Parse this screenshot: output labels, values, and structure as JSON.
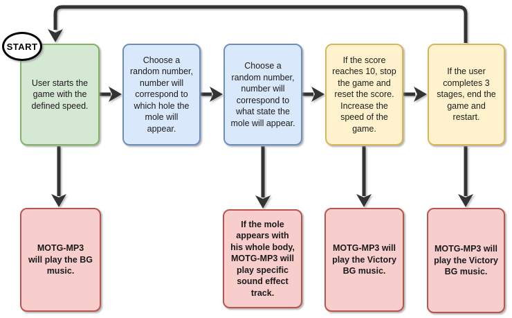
{
  "diagram": {
    "type": "flowchart",
    "start": {
      "label": "START"
    },
    "nodes": {
      "step1": {
        "id": "start-game",
        "color": "green",
        "lines": [
          "User starts the",
          "game with the",
          "defined speed."
        ]
      },
      "step2": {
        "id": "choose-hole",
        "color": "blue",
        "lines": [
          "Choose a",
          "random number,",
          "number will",
          "correspond to",
          "which hole the",
          "mole will",
          "appear."
        ]
      },
      "step3": {
        "id": "choose-state",
        "color": "blue",
        "lines": [
          "Choose a",
          "random number,",
          "number will",
          "correspond to",
          "what state the",
          "mole will appear."
        ]
      },
      "step4": {
        "id": "score-reset",
        "color": "yellow",
        "lines": [
          "If the score",
          "reaches 10, stop",
          "the game and",
          "reset the score.",
          "Increase the",
          "speed of the",
          "game."
        ]
      },
      "step5": {
        "id": "stage-complete",
        "color": "yellow",
        "lines": [
          "If the user",
          "completes 3",
          "stages, end the",
          "game and",
          "restart."
        ]
      },
      "audio1": {
        "id": "bg-music",
        "color": "red",
        "lines": [
          "MOTG-MP3",
          "will play the BG",
          "music."
        ]
      },
      "audio2": {
        "id": "sound-effect",
        "color": "red",
        "lines": [
          "If the mole",
          "appears with",
          "his whole body,",
          "MOTG-MP3 will",
          "play specific",
          "sound effect",
          "track."
        ]
      },
      "audio3": {
        "id": "victory-music-1",
        "color": "red",
        "lines": [
          "MOTG-MP3 will",
          "play the Victory",
          "BG music."
        ]
      },
      "audio4": {
        "id": "victory-music-2",
        "color": "red",
        "lines": [
          "MOTG-MP3 will",
          "play the Victory",
          "BG music."
        ]
      }
    },
    "edges": [
      {
        "from": "start-game",
        "to": "choose-hole"
      },
      {
        "from": "choose-hole",
        "to": "choose-state"
      },
      {
        "from": "choose-state",
        "to": "score-reset"
      },
      {
        "from": "score-reset",
        "to": "stage-complete"
      },
      {
        "from": "start-game",
        "to": "bg-music"
      },
      {
        "from": "choose-state",
        "to": "sound-effect"
      },
      {
        "from": "score-reset",
        "to": "victory-music-1"
      },
      {
        "from": "stage-complete",
        "to": "victory-music-2"
      },
      {
        "from": "stage-complete",
        "to": "start-game",
        "route": "loop-over-top"
      }
    ],
    "colors": {
      "green_fill": "#d5e8d4",
      "green_stroke": "#82b366",
      "blue_fill": "#dae8fc",
      "blue_stroke": "#6c8ebf",
      "yellow_fill": "#fff2cc",
      "yellow_stroke": "#d6b656",
      "red_fill": "#f8cecc",
      "red_stroke": "#b85450",
      "connector": "#333333",
      "terminator_stroke": "#000000",
      "background": "#ffffff"
    }
  }
}
